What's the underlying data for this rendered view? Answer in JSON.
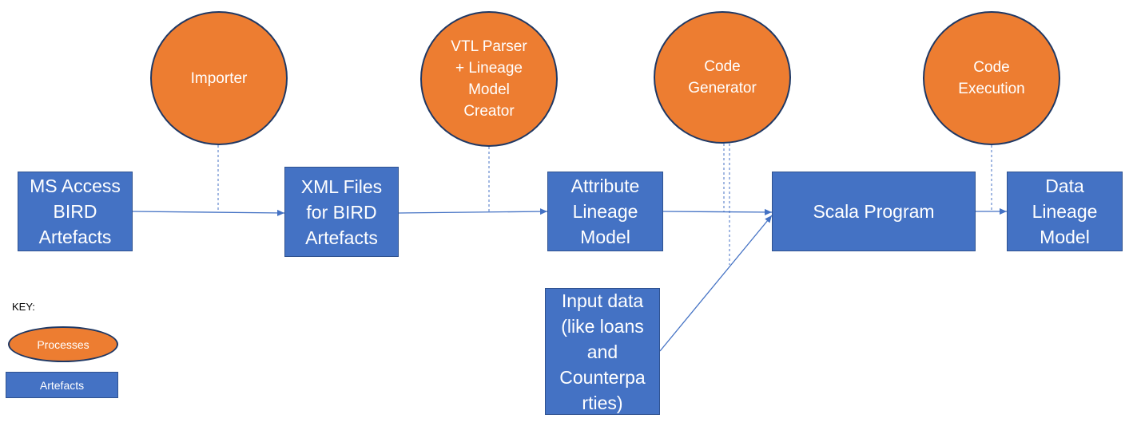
{
  "processes": {
    "importer": "Importer",
    "vtl_parser": "VTL Parser\n+ Lineage\nModel\nCreator",
    "code_generator": "Code\nGenerator",
    "code_execution": "Code\nExecution"
  },
  "artefacts": {
    "ms_access": "MS Access\nBIRD\nArtefacts",
    "xml_files": "XML Files\nfor BIRD\nArtefacts",
    "attribute_lineage": "Attribute\nLineage\nModel",
    "scala_program": "Scala Program",
    "data_lineage": "Data\nLineage\nModel",
    "input_data": "Input data\n(like loans\nand\nCounterpa\nrties)"
  },
  "key": {
    "title": "KEY:",
    "processes_label": "Processes",
    "artefacts_label": "Artefacts"
  },
  "colors": {
    "process_fill": "#ed7d31",
    "artefact_fill": "#4472c4",
    "connector": "#4472c4"
  }
}
